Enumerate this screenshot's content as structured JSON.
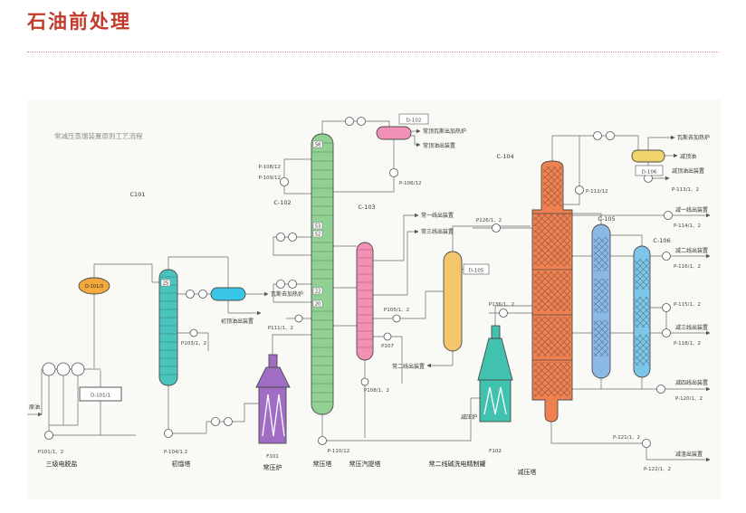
{
  "page": {
    "title": "石油前处理"
  },
  "diagram": {
    "title": "常减压蒸馏装置原则工艺流程",
    "colors": {
      "accent_red": "#c23a2b",
      "teal_column": "#4cc4bd",
      "green_column": "#90d092",
      "pink": "#f291b5",
      "purple": "#a06cc4",
      "cyan": "#39c5e6",
      "orange_vessel": "#f5a93c",
      "yellow_drum": "#f3c56d",
      "teal_furnace": "#41c2ae",
      "orange_column": "#ef8150",
      "blue_column1": "#8ab9e6",
      "blue_column2": "#7cc6ea",
      "yellow_vessel": "#f1d36b"
    },
    "equipment": {
      "c101": "C101",
      "c102": "C-102",
      "c103": "C-103",
      "c104": "C-104",
      "c105": "C-105",
      "c106": "C-106",
      "d101_3": "D-101/3",
      "d101_1": "D-101/1",
      "d102": "D-102",
      "d105": "D-105",
      "d106": "D-106",
      "f101": "F101",
      "f102": "F102"
    },
    "bottom_labels": {
      "desalter": "三级电脱盐",
      "initial_tower": "初馏塔",
      "atm_furnace": "常压炉",
      "atm_tower": "常压塔",
      "atm_stripper": "常压汽提塔",
      "caustic_drum": "常二线碱洗电精制罐",
      "vac_tower": "减压塔",
      "vac_furnace": "减压炉"
    },
    "pumps": {
      "p101": "P101/1、2",
      "p103": "P103/1、2",
      "p104": "P-104/1.2",
      "p105": "P105/1、2",
      "p106": "P-106/12",
      "p107": "P107",
      "p108": "P-108/12",
      "p108b": "P108/1、2",
      "p109": "P-109/12",
      "p110": "P-110/12",
      "p111": "P111/1、2",
      "p112": "P-112/12",
      "p113": "P-113/1、2",
      "p114": "P-114/1、2",
      "p115": "P-115/1、2",
      "p116": "P-116/1、2",
      "p118": "P-118/1、2",
      "p120": "P-120/1、2",
      "p121": "P-121/1、2",
      "p122": "P-122/1、2",
      "p126": "P126/1、2",
      "p136": "P136/1、2"
    },
    "streams": {
      "crude": "原油",
      "init_gas": "瓦斯去加热炉",
      "init_top_oil": "初顶油出装置",
      "atm_top_gas": "常顶瓦斯出加热炉",
      "atm_top_oil": "常顶油出装置",
      "atm_1": "常一线出装置",
      "atm_2": "常二线出装置",
      "atm_3": "常三线出装置",
      "vac_gas": "瓦斯去加热炉",
      "vac_top_oil": "减顶油",
      "vac_top_oil_out": "减顶油出装置",
      "vac_1": "减一线出装置",
      "vac_2": "减二线出装置",
      "vac_3": "减三线出装置",
      "vac_4": "减四线出装置",
      "vac_resid": "减渣出装置"
    },
    "tray_numbers": {
      "t58": "58",
      "t53": "53",
      "t52": "52",
      "t22": "22",
      "t20": "20",
      "t25": "25"
    }
  }
}
